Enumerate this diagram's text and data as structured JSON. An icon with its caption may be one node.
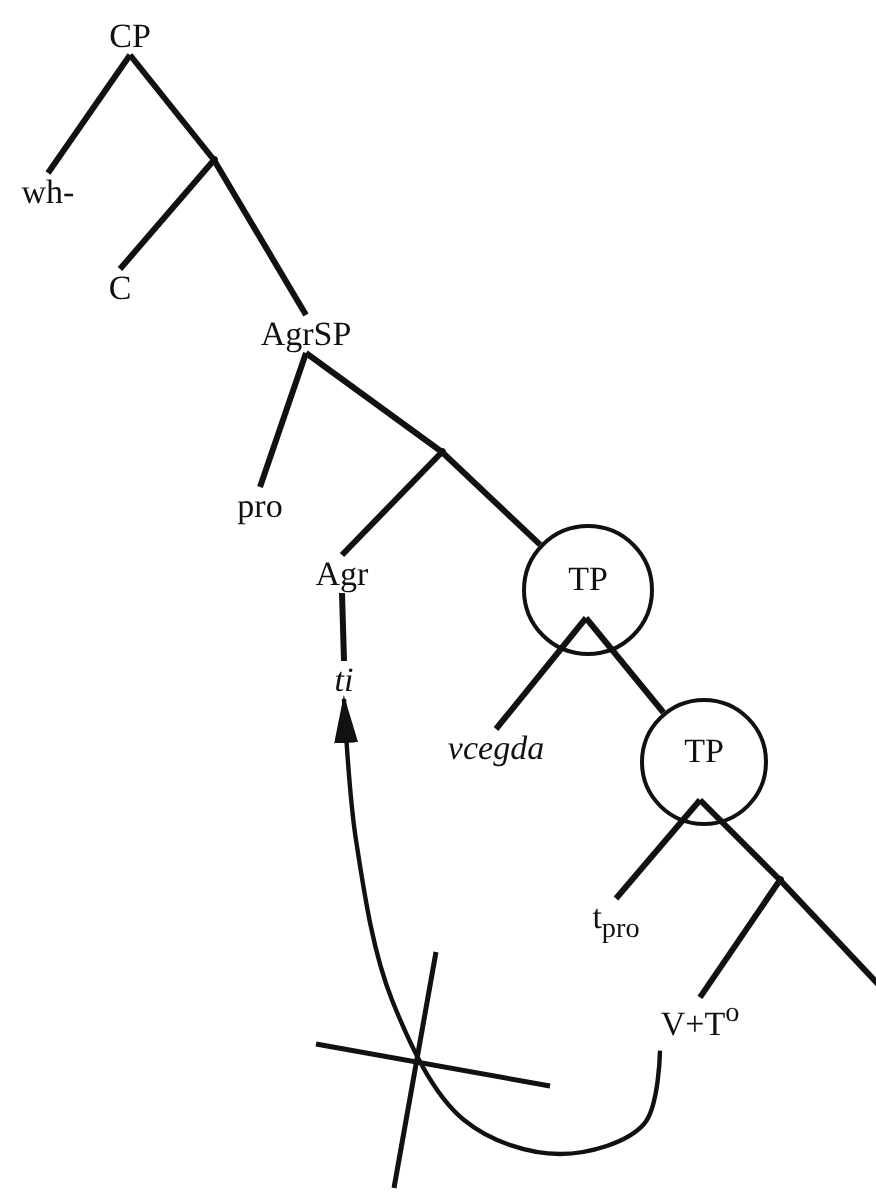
{
  "diagram": {
    "nodes": [
      {
        "text": [
          "CP"
        ]
      },
      {
        "text": [
          "wh-"
        ]
      },
      {
        "text": [],
        "shape": "point"
      },
      {
        "text": [
          "C"
        ]
      },
      {
        "text": [
          "AgrSP"
        ]
      },
      {
        "text": [
          "pro"
        ]
      },
      {
        "text": [],
        "shape": "point"
      },
      {
        "text": [
          "Agr"
        ]
      },
      {
        "text": [
          "TP"
        ]
      },
      {
        "text": [
          "ti"
        ]
      },
      {
        "text": [
          "vcegda"
        ]
      },
      {
        "text": [
          "TP"
        ]
      },
      {
        "text": [
          "t$_{pro}$"
        ]
      },
      {
        "text": [],
        "shape": "point"
      },
      {
        "text": [
          "V+T$^{o}$"
        ]
      }
    ],
    "edges": [
      {
        "from": 0,
        "to": 1,
        "arrow": "none"
      },
      {
        "from": 0,
        "to": 2,
        "arrow": "none"
      },
      {
        "from": 2,
        "to": 3,
        "arrow": "none"
      },
      {
        "from": 2,
        "to": 4,
        "arrow": "none"
      },
      {
        "from": 4,
        "to": 5,
        "arrow": "none"
      },
      {
        "from": 4,
        "to": 6,
        "arrow": "none"
      },
      {
        "from": 6,
        "to": 7,
        "arrow": "none"
      },
      {
        "from": 6,
        "to": 8,
        "arrow": "none"
      },
      {
        "from": 7,
        "to": 9,
        "arrow": "none"
      },
      {
        "from": 8,
        "to": 10,
        "arrow": "none"
      },
      {
        "from": 8,
        "to": 11,
        "arrow": "none"
      },
      {
        "from": 11,
        "to": 12,
        "arrow": "none"
      },
      {
        "from": 11,
        "to": 13,
        "arrow": "none"
      },
      {
        "from": 13,
        "to": 14,
        "arrow": "none"
      },
      {
        "from": 13,
        "to": null,
        "arrow": "none"
      },
      {
        "from": 14,
        "to": 9,
        "arrow": "to"
      }
    ]
  }
}
